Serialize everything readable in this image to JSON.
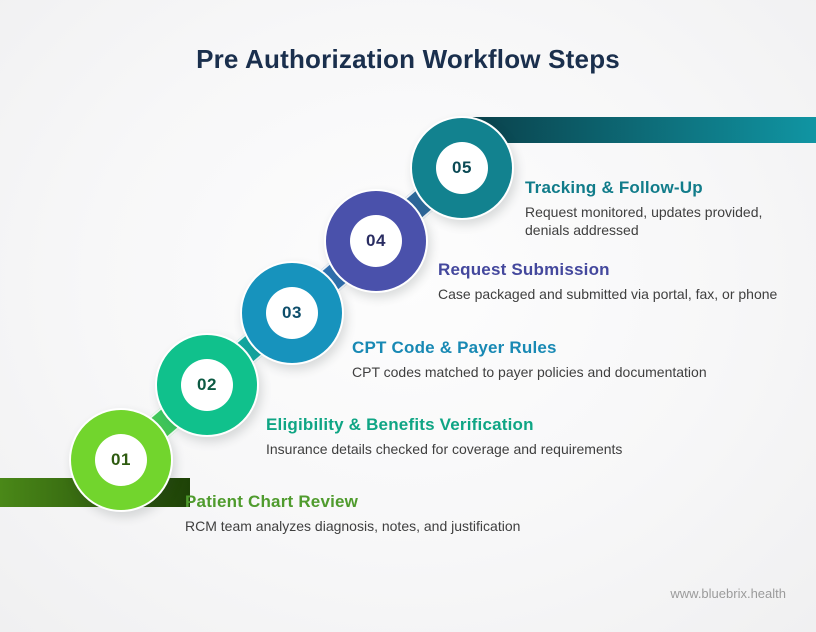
{
  "header": {
    "title": "Pre Authorization Workflow Steps",
    "title_color": "#1a2f4d"
  },
  "steps": [
    {
      "number": "01",
      "title": "Patient Chart Review",
      "description": "RCM team analyzes diagnosis, notes, and justification",
      "circle_color": "#72d52d",
      "number_color": "#2e5b10",
      "title_color": "#4f9b2d"
    },
    {
      "number": "02",
      "title": "Eligibility & Benefits Verification",
      "description": "Insurance details checked for coverage and requirements",
      "circle_color": "#10c18c",
      "number_color": "#0c5a43",
      "title_color": "#0fa584"
    },
    {
      "number": "03",
      "title": "CPT Code & Payer Rules",
      "description": "CPT codes matched to payer policies and documentation",
      "circle_color": "#1793bd",
      "number_color": "#0e4e6b",
      "title_color": "#1889b4"
    },
    {
      "number": "04",
      "title": "Request Submission",
      "description": "Case packaged and submitted via portal, fax, or phone",
      "circle_color": "#4a51ab",
      "number_color": "#2a2d62",
      "title_color": "#44489d"
    },
    {
      "number": "05",
      "title": "Tracking & Follow-Up",
      "description": "Request monitored, updates provided,\ndenials addressed",
      "circle_color": "#12828f",
      "number_color": "#0b4a55",
      "title_color": "#117c8a"
    }
  ],
  "description_text_color": "#3f3f3f",
  "ribbons": {
    "left_start": "#4a8818",
    "left_end": "#1e4207",
    "right_start": "#0a3f49",
    "right_end": "#1095a3"
  },
  "footer": {
    "url": "www.bluebrix.health",
    "color": "#9b9b9b"
  }
}
